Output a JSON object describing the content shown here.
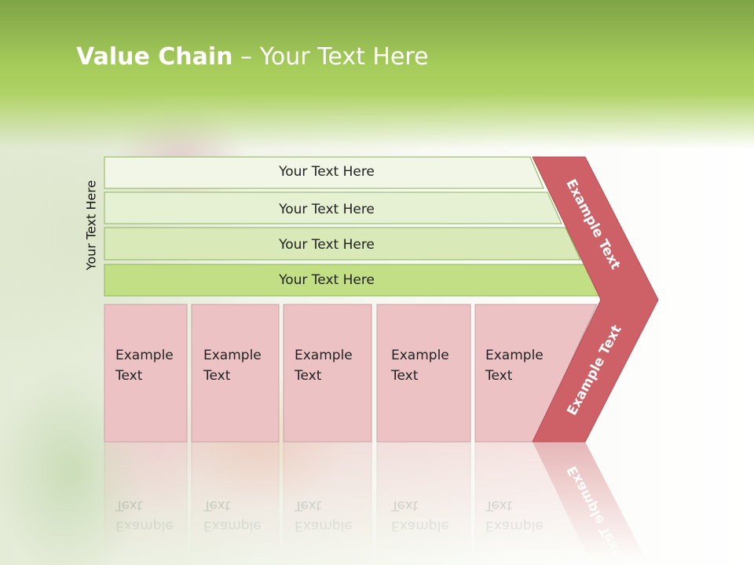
{
  "slide": {
    "title_bold": "Value Chain",
    "title_rest": " – Your Text Here",
    "side_label": "Your Text Here"
  },
  "rows": [
    {
      "label": "Your Text Here",
      "color": "#f2f6e6"
    },
    {
      "label": "Your Text Here",
      "color": "#e6f0d2"
    },
    {
      "label": "Your Text Here",
      "color": "#d9eab8"
    },
    {
      "label": "Your Text Here",
      "color": "#c2df85"
    }
  ],
  "boxes": [
    {
      "line1": "Example",
      "line2": "Text"
    },
    {
      "line1": "Example",
      "line2": "Text"
    },
    {
      "line1": "Example",
      "line2": "Text"
    },
    {
      "line1": "Example",
      "line2": "Text"
    },
    {
      "line1": "Example",
      "line2": "Text"
    }
  ],
  "chevron": {
    "upper_text": "Example Text",
    "lower_text": "Example Text",
    "color": "#cd6167"
  },
  "colors": {
    "box_fill": "#ecc2c4",
    "box_border": "#c9a3a5",
    "row_border": "#8eb35a"
  }
}
